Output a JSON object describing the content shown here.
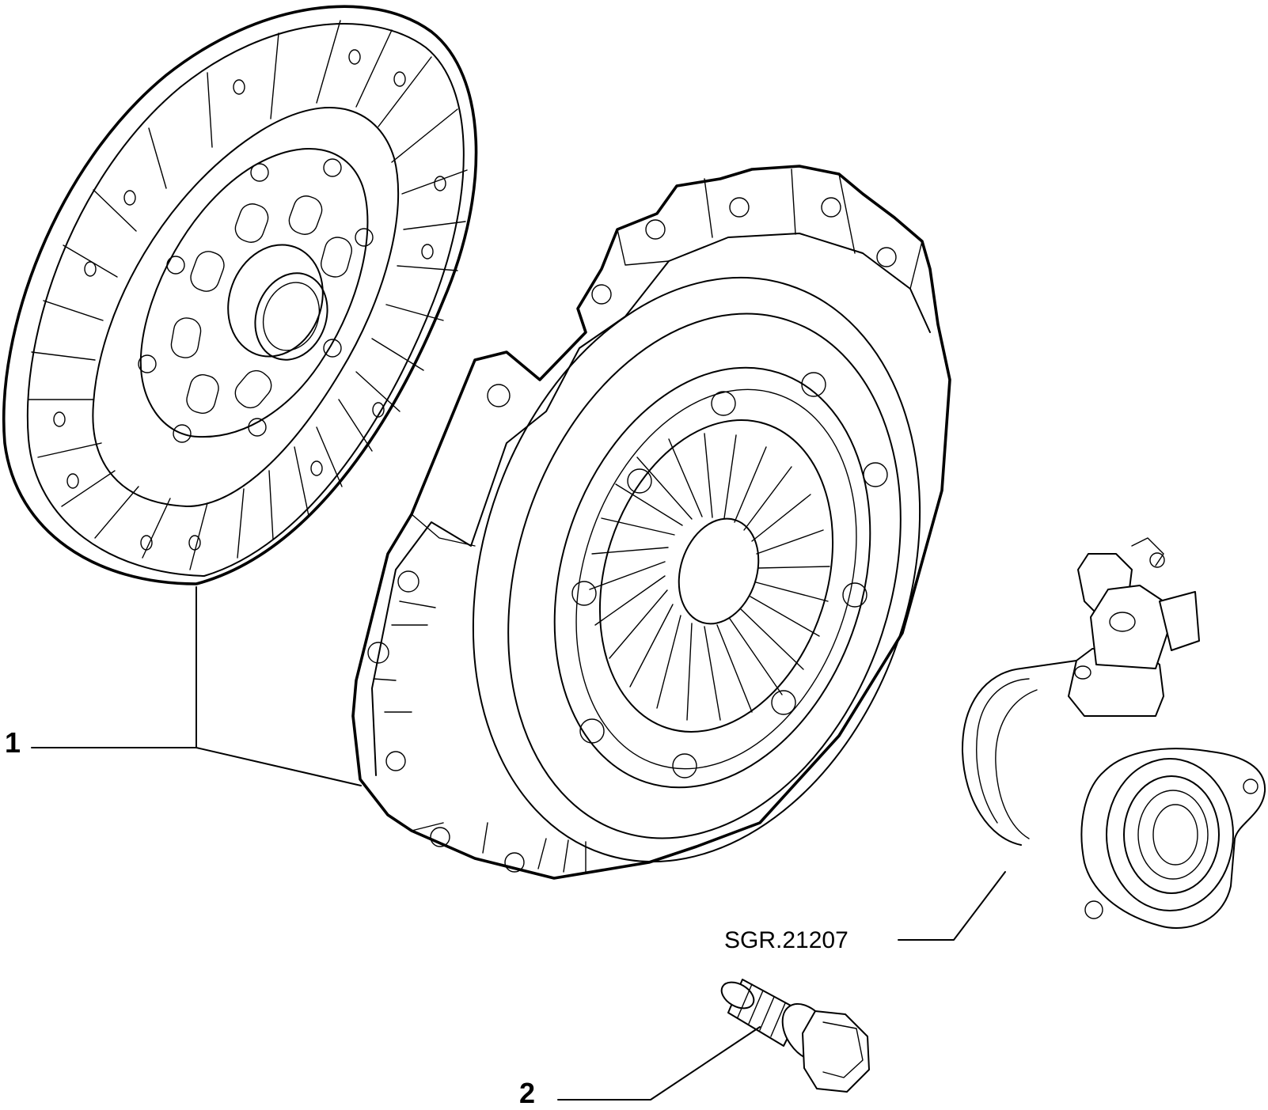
{
  "callouts": [
    {
      "id": "1",
      "label": "1"
    },
    {
      "id": "2",
      "label": "2"
    }
  ],
  "reference_code": "SGR.21207",
  "colors": {
    "line": "#000000",
    "background": "#ffffff"
  }
}
